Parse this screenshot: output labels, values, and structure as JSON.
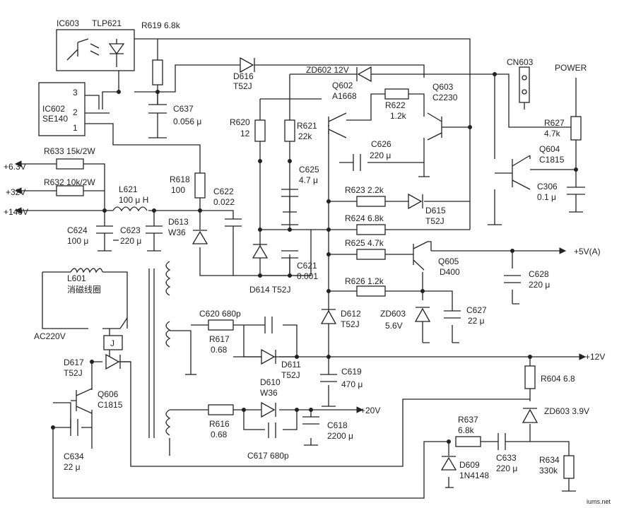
{
  "labels": {
    "ic603": "IC603",
    "tlp621": "TLP621",
    "r619": "R619 6.8k",
    "ic602": "IC602",
    "se140": "SE140",
    "pin3": "3",
    "pin2": "2",
    "pin1": "1",
    "d616_a": "D616",
    "d616_b": "T52J",
    "c637_a": "C637",
    "c637_b": "0.056 μ",
    "zd602": "ZD602 12V",
    "q602_a": "Q602",
    "q602_b": "A1668",
    "r622_a": "R622",
    "r622_b": "1.2k",
    "q603_a": "Q603",
    "q603_b": "C2230",
    "cn603": "CN603",
    "power": "POWER",
    "r627_a": "R627",
    "r627_b": "4.7k",
    "q604_a": "Q604",
    "q604_b": "C1815",
    "c306_a": "C306",
    "c306_b": "0.1 μ",
    "r620_a": "R620",
    "r620_b": "12",
    "r621_a": "R621",
    "r621_b": "22k",
    "c626_a": "C626",
    "c626_b": "220 μ",
    "c625_a": "C625",
    "c625_b": "4.7 μ",
    "r623": "R623 2.2k",
    "d615_a": "D615",
    "d615_b": "T52J",
    "r624": "R624 6.8k",
    "r633": "R633 15k/2W",
    "v63": "+6.3V",
    "r632": "R632 10k/2W",
    "v32": "+32V",
    "l621_a": "L621",
    "l621_b": "100 μ H",
    "v140": "+140V",
    "r618_a": "R618",
    "r618_b": "100",
    "c622_a": "C622",
    "c622_b": "0.022",
    "c624_a": "C624",
    "c624_b": "100 μ",
    "c623_a": "C623",
    "c623_b": "220 μ",
    "d613_a": "D613",
    "d613_b": "W36",
    "r625": "R625 4.7k",
    "q605_a": "Q605",
    "q605_b": "D400",
    "v5a": "+5V(A)",
    "c628_a": "C628",
    "c628_b": "220 μ",
    "l601_a": "L601",
    "l601_b": "消磁线圈",
    "c621_a": "C621",
    "c621_b": "0.001",
    "d614": "D614 T52J",
    "r626": "R626 1.2k",
    "zd603a_a": "ZD603",
    "zd603a_b": "5.6V",
    "c627_a": "C627",
    "c627_b": "22 μ",
    "d612_a": "D612",
    "d612_b": "T52J",
    "ac220": "AC220V",
    "c620": "C620 680p",
    "r617_a": "R617",
    "r617_b": "0.68",
    "relay_j": "J",
    "d611_a": "D611",
    "d611_b": "T52J",
    "v12": "+12V",
    "d617_a": "D617",
    "d617_b": "T52J",
    "c619_a": "C619",
    "c619_b": "470 μ",
    "q606_a": "Q606",
    "q606_b": "C1815",
    "d610_a": "D610",
    "d610_b": "W36",
    "r604": "R604 6.8",
    "v20": "+20V",
    "r616_a": "R616",
    "r616_b": "0.68",
    "c618_a": "C618",
    "c618_b": "2200 μ",
    "zd603b": "ZD603 3.9V",
    "c617": "C617 680p",
    "r637_a": "R637",
    "r637_b": "6.8k",
    "c634_a": "C634",
    "c634_b": "22 μ",
    "c633_a": "C633",
    "c633_b": "220 μ",
    "d609_a": "D609",
    "d609_b": "1N4148",
    "r634_a": "R634",
    "r634_b": "330k",
    "watermark": "iums.net"
  }
}
